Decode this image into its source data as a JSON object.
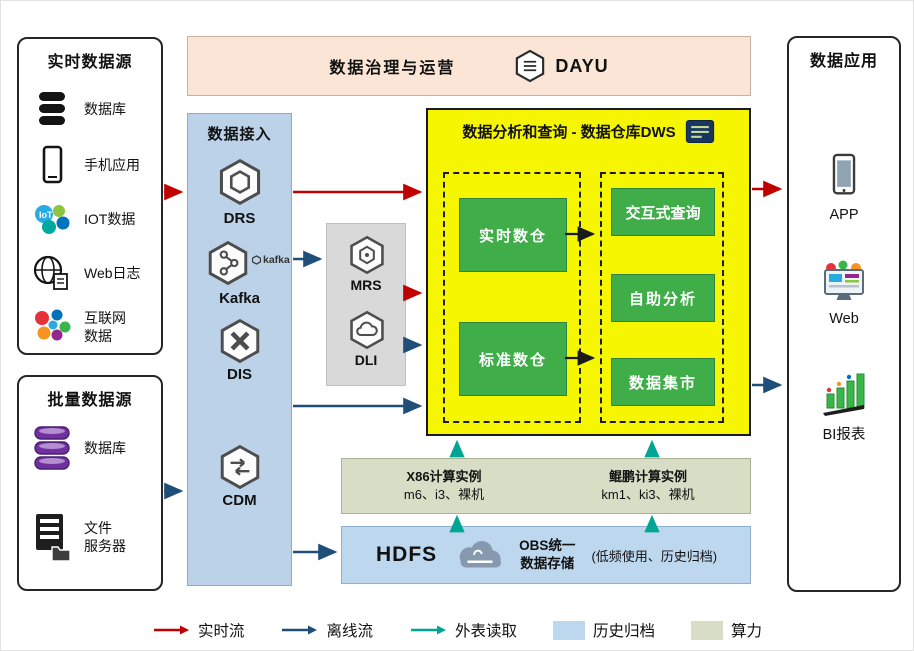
{
  "colors": {
    "realtime_flow": "#C00000",
    "offline_flow": "#1F4E79",
    "external_read": "#00A693",
    "archive_bg": "#BDD7EE",
    "compute_bg": "#D8DEC6",
    "dws_yellow": "#F6F600",
    "service_green": "#3FAE49",
    "governance_bg": "#FBE5D6",
    "access_bg": "#BCD2E8",
    "gray_bg": "#D9D9D9"
  },
  "realtime_sources": {
    "title": "实时数据源",
    "items": [
      {
        "icon": "database-icon",
        "label": "数据库"
      },
      {
        "icon": "phone-icon",
        "label": "手机应用"
      },
      {
        "icon": "iot-icon",
        "label": "IOT数据"
      },
      {
        "icon": "web-log-icon",
        "label": "Web日志"
      },
      {
        "icon": "internet-data-icon",
        "label": "互联网\n数据"
      }
    ]
  },
  "batch_sources": {
    "title": "批量数据源",
    "items": [
      {
        "icon": "database-stack-icon",
        "label": "数据库"
      },
      {
        "icon": "file-server-icon",
        "label": "文件\n服务器"
      }
    ]
  },
  "governance": {
    "title": "数据治理与运营",
    "logo_text": "DAYU"
  },
  "data_access": {
    "title": "数据接入",
    "kafka_wordmark": "kafka",
    "items": [
      {
        "icon": "drs-hexagon-icon",
        "label": "DRS"
      },
      {
        "icon": "kafka-hexagon-icon",
        "label": "Kafka"
      },
      {
        "icon": "dis-hexagon-icon",
        "label": "DIS"
      },
      {
        "icon": "cdm-hexagon-icon",
        "label": "CDM"
      }
    ]
  },
  "mrs_dli": {
    "items": [
      {
        "icon": "mrs-hexagon-icon",
        "label": "MRS"
      },
      {
        "icon": "dli-hexagon-icon",
        "label": "DLI"
      }
    ]
  },
  "dws": {
    "title": "数据分析和查询 - 数据仓库DWS",
    "left_items": [
      "实时数仓",
      "标准数仓"
    ],
    "right_items": [
      "交互式查询",
      "自助分析",
      "数据集市"
    ]
  },
  "compute": {
    "x86": {
      "title": "X86计算实例",
      "subtitle": "m6、i3、裸机"
    },
    "kunpeng": {
      "title": "鲲鹏计算实例",
      "subtitle": "km1、ki3、裸机"
    }
  },
  "storage": {
    "hdfs_label": "HDFS",
    "obs_label": "OBS统一\n数据存储",
    "note": "(低频使用、历史归档)"
  },
  "applications": {
    "title": "数据应用",
    "items": [
      {
        "icon": "app-phone-icon",
        "label": "APP"
      },
      {
        "icon": "web-monitor-icon",
        "label": "Web"
      },
      {
        "icon": "bi-chart-icon",
        "label": "BI报表"
      }
    ]
  },
  "legend": {
    "items": [
      {
        "type": "arrow-red",
        "label": "实时流"
      },
      {
        "type": "arrow-blue",
        "label": "离线流"
      },
      {
        "type": "arrow-teal",
        "label": "外表读取"
      },
      {
        "type": "swatch-archive",
        "label": "历史归档"
      },
      {
        "type": "swatch-compute",
        "label": "算力"
      }
    ]
  }
}
